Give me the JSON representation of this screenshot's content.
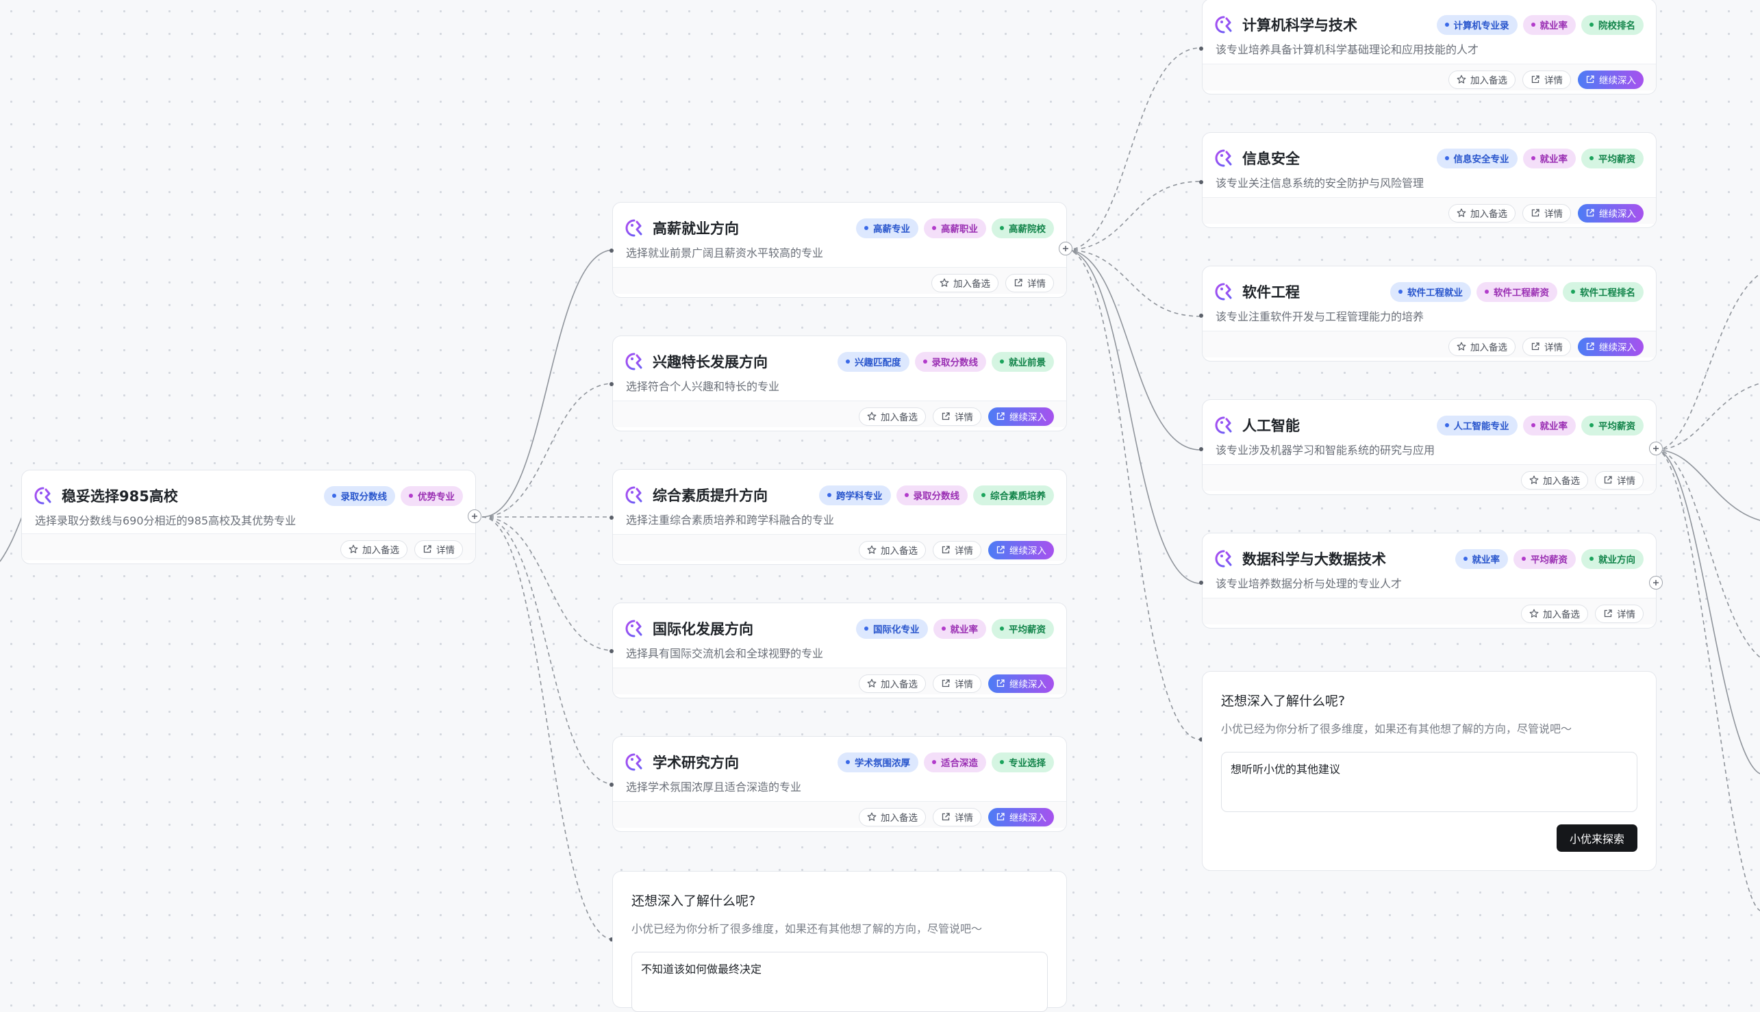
{
  "common": {
    "add_label": "加入备选",
    "detail_label": "详情",
    "deep_label": "继续深入"
  },
  "root": {
    "title": "稳妥选择985高校",
    "desc": "选择录取分数线与690分相近的985高校及其优势专业",
    "tags": [
      "录取分数线",
      "优势专业"
    ]
  },
  "directions": [
    {
      "title": "高薪就业方向",
      "desc": "选择就业前景广阔且薪资水平较高的专业",
      "tags": [
        "高薪专业",
        "高薪职业",
        "高薪院校"
      ],
      "deep": false
    },
    {
      "title": "兴趣特长发展方向",
      "desc": "选择符合个人兴趣和特长的专业",
      "tags": [
        "兴趣匹配度",
        "录取分数线",
        "就业前景"
      ],
      "deep": true
    },
    {
      "title": "综合素质提升方向",
      "desc": "选择注重综合素质培养和跨学科融合的专业",
      "tags": [
        "跨学科专业",
        "录取分数线",
        "综合素质培养"
      ],
      "deep": true
    },
    {
      "title": "国际化发展方向",
      "desc": "选择具有国际交流机会和全球视野的专业",
      "tags": [
        "国际化专业",
        "就业率",
        "平均薪资"
      ],
      "deep": true
    },
    {
      "title": "学术研究方向",
      "desc": "选择学术氛围浓厚且适合深造的专业",
      "tags": [
        "学术氛围浓厚",
        "适合深造",
        "专业选择"
      ],
      "deep": true
    }
  ],
  "majors": [
    {
      "title": "计算机科学与技术",
      "desc": "该专业培养具备计算机科学基础理论和应用技能的人才",
      "tags": [
        "计算机专业录",
        "就业率",
        "院校排名"
      ],
      "deep": true
    },
    {
      "title": "信息安全",
      "desc": "该专业关注信息系统的安全防护与风险管理",
      "tags": [
        "信息安全专业",
        "就业率",
        "平均薪资"
      ],
      "deep": true
    },
    {
      "title": "软件工程",
      "desc": "该专业注重软件开发与工程管理能力的培养",
      "tags": [
        "软件工程就业",
        "软件工程薪资",
        "软件工程排名"
      ],
      "deep": true
    },
    {
      "title": "人工智能",
      "desc": "该专业涉及机器学习和智能系统的研究与应用",
      "tags": [
        "人工智能专业",
        "就业率",
        "平均薪资"
      ],
      "deep": false
    },
    {
      "title": "数据科学与大数据技术",
      "desc": "该专业培养数据分析与处理的专业人才",
      "tags": [
        "就业率",
        "平均薪资",
        "就业方向"
      ],
      "deep": false
    }
  ],
  "ask_mid": {
    "title": "还想深入了解什么呢?",
    "subtitle": "小优已经为你分析了很多维度，如果还有其他想了解的方向，尽管说吧～",
    "input_value": "不知道该如何做最终决定"
  },
  "ask_right": {
    "title": "还想深入了解什么呢?",
    "subtitle": "小优已经为你分析了很多维度，如果还有其他想了解的方向，尽管说吧～",
    "input_value": "想听听小优的其他建议",
    "submit_label": "小优来探索"
  },
  "colors": {
    "accent_gradient_start": "#4d7cf5",
    "accent_gradient_end": "#a652ee",
    "tag_blue": "#2855cc",
    "tag_purple": "#9a2fb3",
    "tag_green": "#12844a"
  }
}
